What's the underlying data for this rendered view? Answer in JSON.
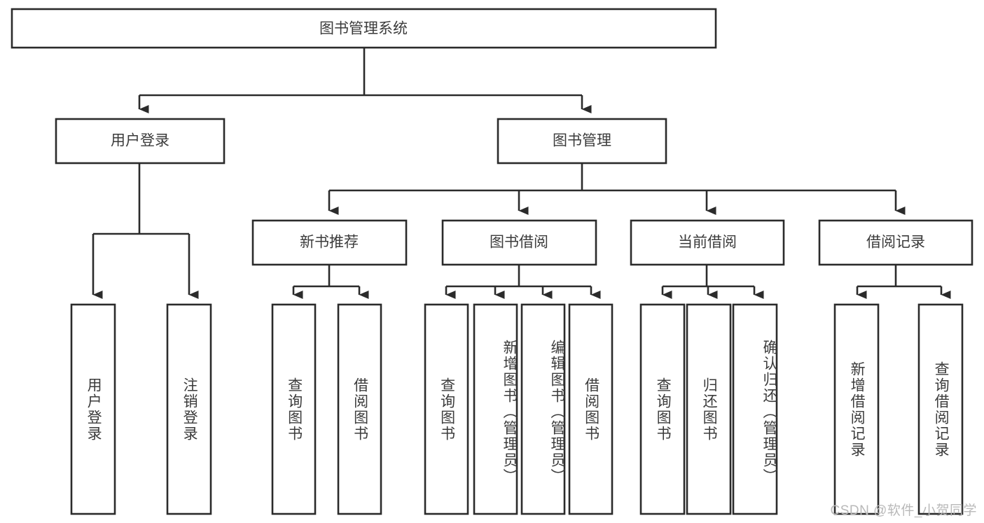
{
  "diagram": {
    "type": "tree-hierarchy-chart",
    "title": "图书管理系统",
    "orientation": "top-down",
    "colors": {
      "background": "#ffffff",
      "box_fill": "#ffffff",
      "box_stroke": "#2b2b2b",
      "text": "#3b3b3b",
      "connector": "#2b2b2b",
      "watermark": "#b9b9b9"
    },
    "root": {
      "label": "图书管理系统",
      "orientation": "horizontal"
    },
    "level2": [
      {
        "id": "user-login",
        "label": "用户登录",
        "orientation": "horizontal"
      },
      {
        "id": "book-management",
        "label": "图书管理",
        "orientation": "horizontal"
      }
    ],
    "level3": [
      {
        "id": "new-book-recommend",
        "label": "新书推荐",
        "orientation": "horizontal",
        "parent": "book-management"
      },
      {
        "id": "book-borrow",
        "label": "图书借阅",
        "orientation": "horizontal",
        "parent": "book-management"
      },
      {
        "id": "current-borrow",
        "label": "当前借阅",
        "orientation": "horizontal",
        "parent": "book-management"
      },
      {
        "id": "borrow-record",
        "label": "借阅记录",
        "orientation": "horizontal",
        "parent": "book-management"
      }
    ],
    "leaves": {
      "user-login": [
        {
          "id": "leaf-user-login",
          "label": "用户登录",
          "orientation": "vertical"
        },
        {
          "id": "leaf-user-logout",
          "label": "注销登录",
          "orientation": "vertical"
        }
      ],
      "new-book-recommend": [
        {
          "id": "leaf-query-book-1",
          "label": "查询图书",
          "orientation": "vertical"
        },
        {
          "id": "leaf-borrow-book-1",
          "label": "借阅图书",
          "orientation": "vertical"
        }
      ],
      "book-borrow": [
        {
          "id": "leaf-query-book-2",
          "label": "查询图书",
          "orientation": "vertical"
        },
        {
          "id": "leaf-add-book",
          "label": "新增图书（管理员）",
          "orientation": "vertical"
        },
        {
          "id": "leaf-edit-book",
          "label": "编辑图书（管理员）",
          "orientation": "vertical"
        },
        {
          "id": "leaf-borrow-book-2",
          "label": "借阅图书",
          "orientation": "vertical"
        }
      ],
      "current-borrow": [
        {
          "id": "leaf-query-book-3",
          "label": "查询图书",
          "orientation": "vertical"
        },
        {
          "id": "leaf-return-book",
          "label": "归还图书",
          "orientation": "vertical"
        },
        {
          "id": "leaf-confirm-return",
          "label": "确认归还（管理员）",
          "orientation": "vertical"
        }
      ],
      "borrow-record": [
        {
          "id": "leaf-add-record",
          "label": "新增借阅记录",
          "orientation": "vertical"
        },
        {
          "id": "leaf-query-record",
          "label": "查询借阅记录",
          "orientation": "vertical"
        }
      ]
    },
    "watermark": "CSDN @软件_小贺同学"
  }
}
